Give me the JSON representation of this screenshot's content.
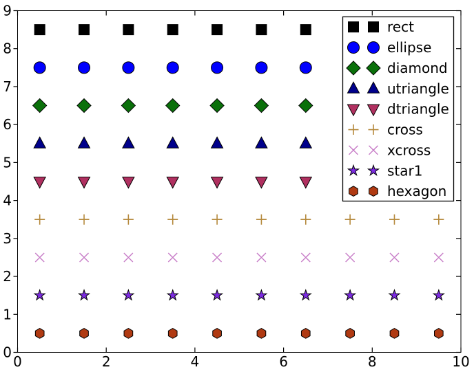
{
  "chart_data": {
    "type": "scatter",
    "title": "",
    "xlabel": "",
    "ylabel": "",
    "xlim": [
      0,
      10
    ],
    "ylim": [
      0,
      9
    ],
    "grid": false,
    "background": "#ffffff",
    "axis_color": "#000000",
    "x_ticks": {
      "values": [
        0,
        2,
        4,
        6,
        8,
        10
      ],
      "labels": [
        "0",
        "2",
        "4",
        "6",
        "8",
        "10"
      ]
    },
    "y_ticks": {
      "values": [
        0,
        1,
        2,
        3,
        4,
        5,
        6,
        7,
        8,
        9
      ],
      "labels": [
        "0",
        "1",
        "2",
        "3",
        "4",
        "5",
        "6",
        "7",
        "8",
        "9"
      ]
    },
    "x": [
      0.5,
      1.5,
      2.5,
      3.5,
      4.5,
      5.5,
      6.5,
      7.5,
      8.5,
      9.5
    ],
    "series": [
      {
        "name": "rect",
        "marker": "square",
        "color": "#000000",
        "edge": "#000000",
        "y": 8.5
      },
      {
        "name": "ellipse",
        "marker": "circle",
        "color": "#0000ff",
        "edge": "#000000",
        "y": 7.5
      },
      {
        "name": "diamond",
        "marker": "diamond",
        "color": "#0a700a",
        "edge": "#000000",
        "y": 6.5
      },
      {
        "name": "utriangle",
        "marker": "triangle-up",
        "color": "#00008b",
        "edge": "#000000",
        "y": 5.5
      },
      {
        "name": "dtriangle",
        "marker": "triangle-down",
        "color": "#b03060",
        "edge": "#000000",
        "y": 4.5
      },
      {
        "name": "cross",
        "marker": "plus",
        "color": "#b5893c",
        "edge": null,
        "y": 3.5
      },
      {
        "name": "xcross",
        "marker": "x",
        "color": "#c77cc7",
        "edge": null,
        "y": 2.5
      },
      {
        "name": "star1",
        "marker": "star5",
        "color": "#7d2be2",
        "edge": "#000000",
        "y": 1.5
      },
      {
        "name": "hexagon",
        "marker": "hexagon",
        "color": "#b03a12",
        "edge": "#000000",
        "y": 0.5
      }
    ],
    "legend": {
      "position": "upper right",
      "markers_per_entry": 2,
      "border_color": "#000000",
      "background": "#ffffff"
    }
  }
}
